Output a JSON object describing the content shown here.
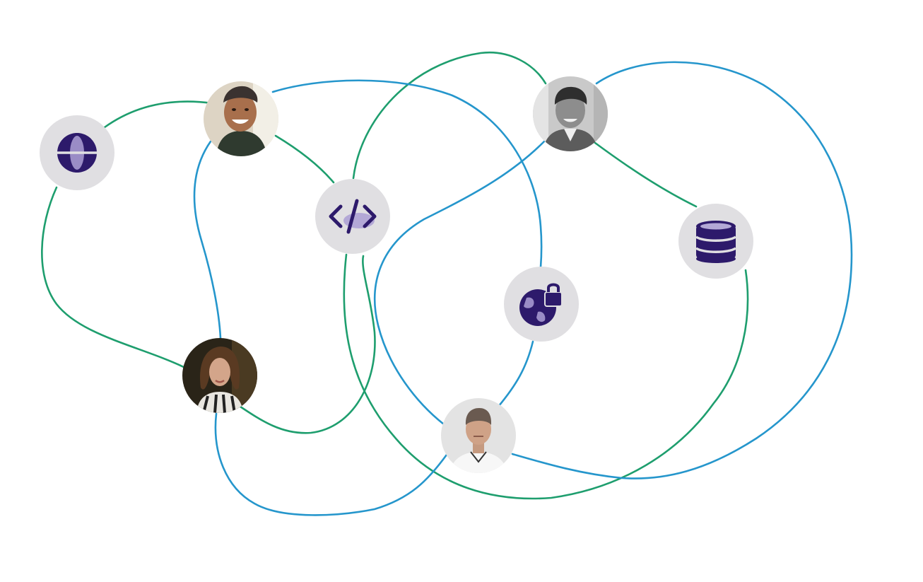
{
  "colors": {
    "background": "#ffffff",
    "green_line": "#1e9e6e",
    "blue_line": "#2596cc",
    "node_bg": "#e0dfe2",
    "icon_primary": "#2d1a6b",
    "icon_light": "#9a8cc6"
  },
  "nodes": [
    {
      "id": "globe",
      "kind": "icon",
      "icon": "globe-icon"
    },
    {
      "id": "code",
      "kind": "icon",
      "icon": "code-icon"
    },
    {
      "id": "database",
      "kind": "icon",
      "icon": "database-icon"
    },
    {
      "id": "secure-globe",
      "kind": "icon",
      "icon": "globe-lock-icon"
    },
    {
      "id": "person-1",
      "kind": "avatar",
      "icon": "avatar-smiling-man"
    },
    {
      "id": "person-2",
      "kind": "avatar",
      "icon": "avatar-woman"
    },
    {
      "id": "person-3",
      "kind": "avatar",
      "icon": "avatar-man-grayscale"
    },
    {
      "id": "person-4",
      "kind": "avatar",
      "icon": "avatar-man-shirt"
    }
  ]
}
